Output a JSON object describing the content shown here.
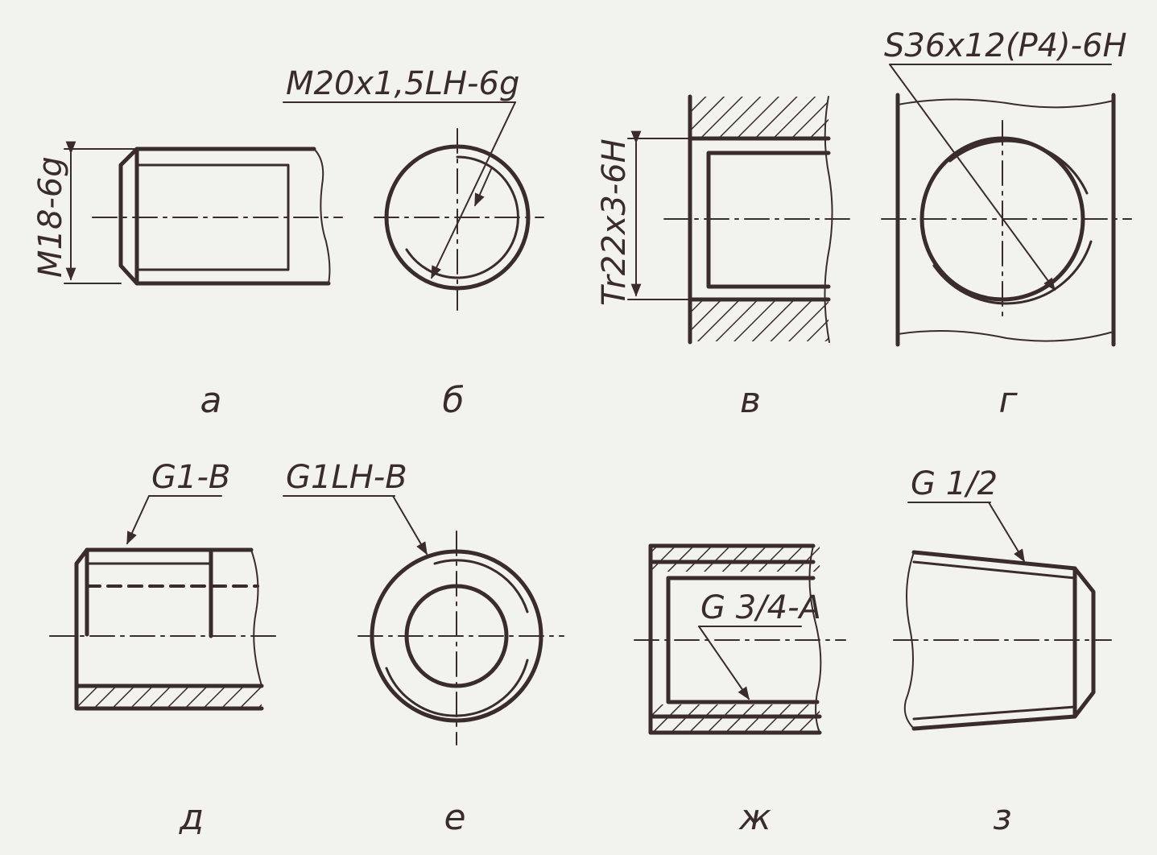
{
  "colors": {
    "ink": "#3a2c2c",
    "paper": "#f2f2ee"
  },
  "figures": [
    {
      "id": "a",
      "caption": "а",
      "thread_label": "M18-6g"
    },
    {
      "id": "b",
      "caption": "б",
      "thread_label": "M20x1,5LH-6g"
    },
    {
      "id": "v",
      "caption": "в",
      "thread_label": "Tr22x3-6H"
    },
    {
      "id": "g",
      "caption": "г",
      "thread_label": "S36x12(P4)-6H"
    },
    {
      "id": "d",
      "caption": "д",
      "thread_label": "G1-B"
    },
    {
      "id": "e",
      "caption": "е",
      "thread_label": "G1LH-B"
    },
    {
      "id": "zh",
      "caption": "ж",
      "thread_label": "G 3/4-A"
    },
    {
      "id": "z",
      "caption": "з",
      "thread_label": "G 1/2"
    }
  ]
}
